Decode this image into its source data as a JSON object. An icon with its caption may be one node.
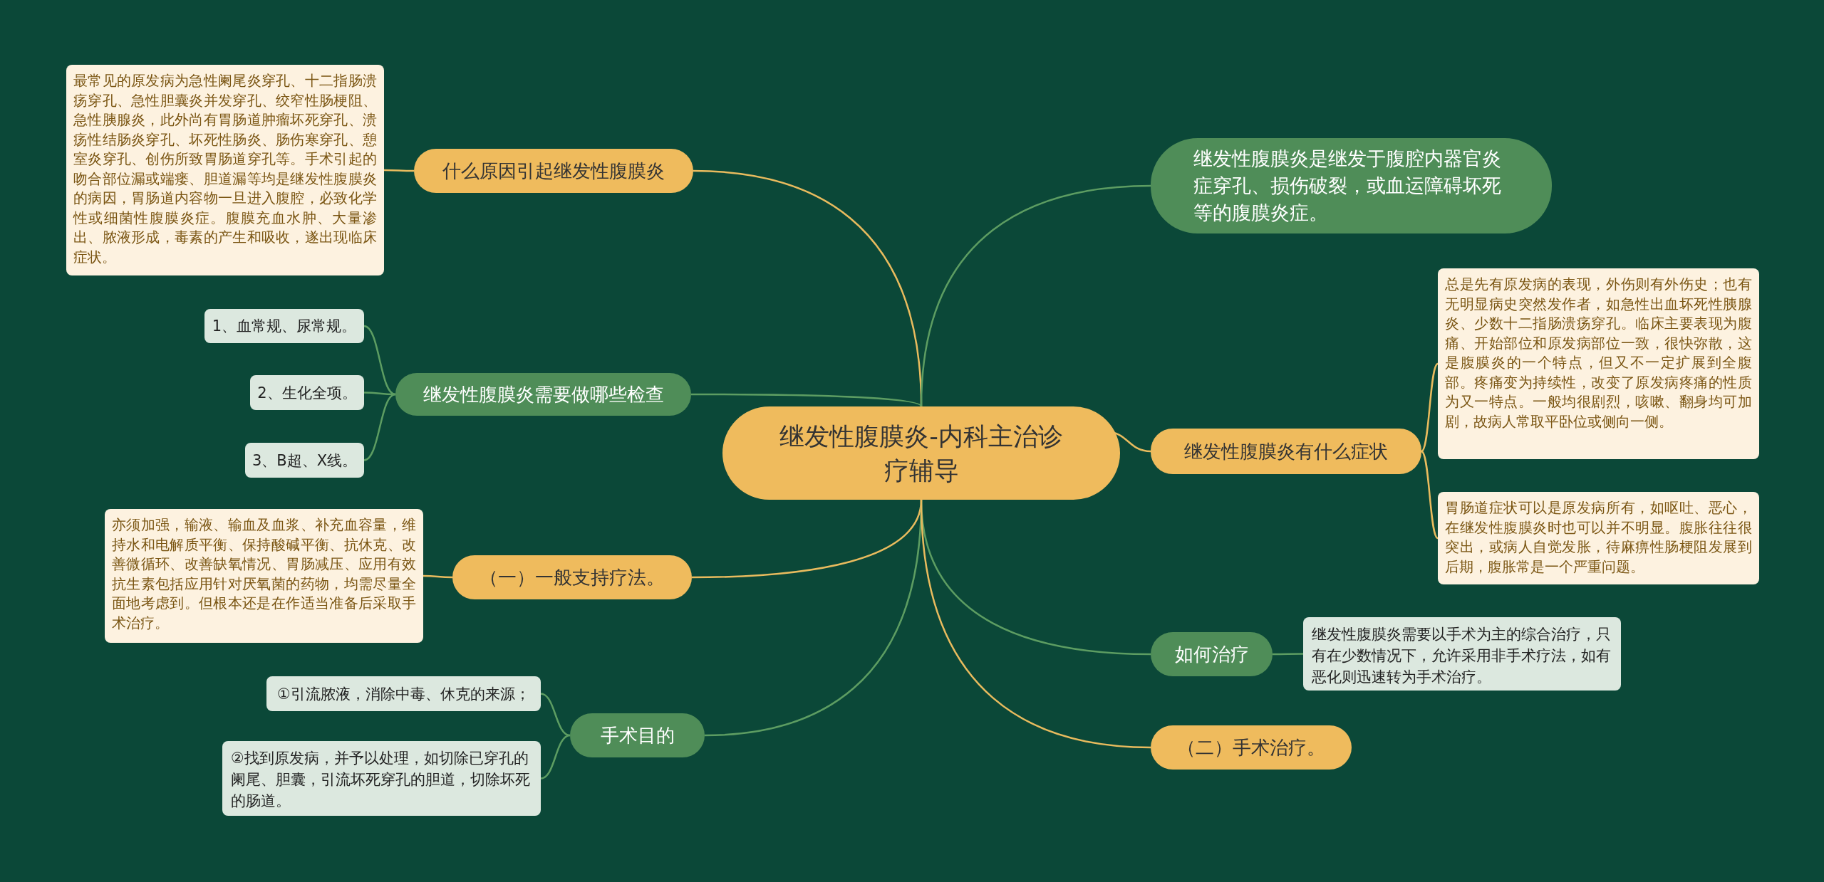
{
  "diagram": {
    "nodes": [
      {
        "text": [
          "继发性腹膜炎-内科主治诊疗辅导"
        ]
      },
      {
        "text": [
          "什么原因引起继发性腹膜炎"
        ]
      },
      {
        "text": [
          "最常见的原发病为急性阑尾炎穿孔、十二指肠溃疡穿孔、急性胆囊炎并发穿孔、绞窄性肠梗阻、急性胰腺炎，此外尚有胃肠道肿瘤坏死穿孔、溃疡性结肠炎穿孔、坏死性肠炎、肠伤寒穿孔、憩室炎穿孔、创伤所致胃肠道穿孔等。手术引起的吻合部位漏或端瘘、胆道漏等均是继发性腹膜炎的病因，胃肠道内容物一旦进入腹腔，必致化学性或细菌性腹膜炎症。腹膜充血水肿、大量渗出、脓液形成，毒素的产生和吸收，遂出现临床症状。"
        ]
      },
      {
        "text": [
          "继发性腹膜炎需要做哪些检查"
        ]
      },
      {
        "text": [
          "1、血常规、尿常规。"
        ]
      },
      {
        "text": [
          "2、生化全项。"
        ]
      },
      {
        "text": [
          "3、B超、X线。"
        ]
      },
      {
        "text": [
          "（一）一般支持疗法。"
        ]
      },
      {
        "text": [
          "亦须加强，输液、输血及血浆、补充血容量，维持水和电解质平衡、保持酸碱平衡、抗休克、改善微循环、改善缺氧情况、胃肠减压、应用有效抗生素包括应用针对厌氧菌的药物，均需尽量全面地考虑到。但根本还是在作适当准备后采取手术治疗。"
        ]
      },
      {
        "text": [
          "手术目的"
        ]
      },
      {
        "text": [
          "①引流脓液，消除中毒、休克的来源；"
        ]
      },
      {
        "text": [
          "②找到原发病，并予以处理，如切除已穿孔的阑尾、胆囊，引流坏死穿孔的胆道，切除坏死的肠道。"
        ]
      },
      {
        "text": [
          "继发性腹膜炎是继发于腹腔内器官炎症穿孔、损伤破裂，或血运障碍坏死等的腹膜炎症。"
        ]
      },
      {
        "text": [
          "继发性腹膜炎有什么症状"
        ]
      },
      {
        "text": [
          "总是先有原发病的表现，外伤则有外伤史；也有无明显病史突然发作者，如急性出血坏死性胰腺炎、少数十二指肠溃疡穿孔。临床主要表现为腹痛、开始部位和原发病部位一致，很快弥散，这是腹膜炎的一个特点，但又不一定扩展到全腹部。疼痛变为持续性，改变了原发病疼痛的性质为又一特点。一般均很剧烈，咳嗽、翻身均可加剧，故病人常取平卧位或侧向一侧。"
        ]
      },
      {
        "text": [
          "胃肠道症状可以是原发病所有，如呕吐、恶心，在继发性腹膜炎时也可以并不明显。腹胀往往很突出，或病人自觉发胀，待麻痹性肠梗阻发展到后期，腹胀常是一个严重问题。"
        ]
      },
      {
        "text": [
          "如何治疗"
        ]
      },
      {
        "text": [
          "继发性腹膜炎需要以手术为主的综合治疗，只有在少数情况下，允许采用非手术疗法，如有恶化则迅速转为手术治疗。"
        ]
      },
      {
        "text": [
          "（二）手术治疗。"
        ]
      }
    ],
    "edges": [
      {
        "from": 0,
        "to": 1,
        "arrow": "none",
        "color": "#e9bb5e"
      },
      {
        "from": 1,
        "to": 2,
        "arrow": "none",
        "color": "#e9bb5e"
      },
      {
        "from": 0,
        "to": 3,
        "arrow": "none"
      },
      {
        "from": 3,
        "to": 4,
        "arrow": "none"
      },
      {
        "from": 3,
        "to": 5,
        "arrow": "none"
      },
      {
        "from": 3,
        "to": 6,
        "arrow": "none"
      },
      {
        "from": 0,
        "to": 7,
        "arrow": "none",
        "color": "#e9bb5e"
      },
      {
        "from": 7,
        "to": 8,
        "arrow": "none",
        "color": "#e9bb5e"
      },
      {
        "from": 0,
        "to": 9,
        "arrow": "none"
      },
      {
        "from": 9,
        "to": 10,
        "arrow": "none"
      },
      {
        "from": 9,
        "to": 11,
        "arrow": "none"
      },
      {
        "from": 0,
        "to": 12,
        "arrow": "none"
      },
      {
        "from": 0,
        "to": 13,
        "arrow": "none",
        "color": "#e9bb5e"
      },
      {
        "from": 13,
        "to": 14,
        "arrow": "none",
        "color": "#e9bb5e"
      },
      {
        "from": 13,
        "to": 15,
        "arrow": "none",
        "color": "#e9bb5e"
      },
      {
        "from": 0,
        "to": 16,
        "arrow": "none"
      },
      {
        "from": 16,
        "to": 17,
        "arrow": "none"
      },
      {
        "from": 0,
        "to": 18,
        "arrow": "none",
        "color": "#e9bb5e"
      }
    ]
  }
}
